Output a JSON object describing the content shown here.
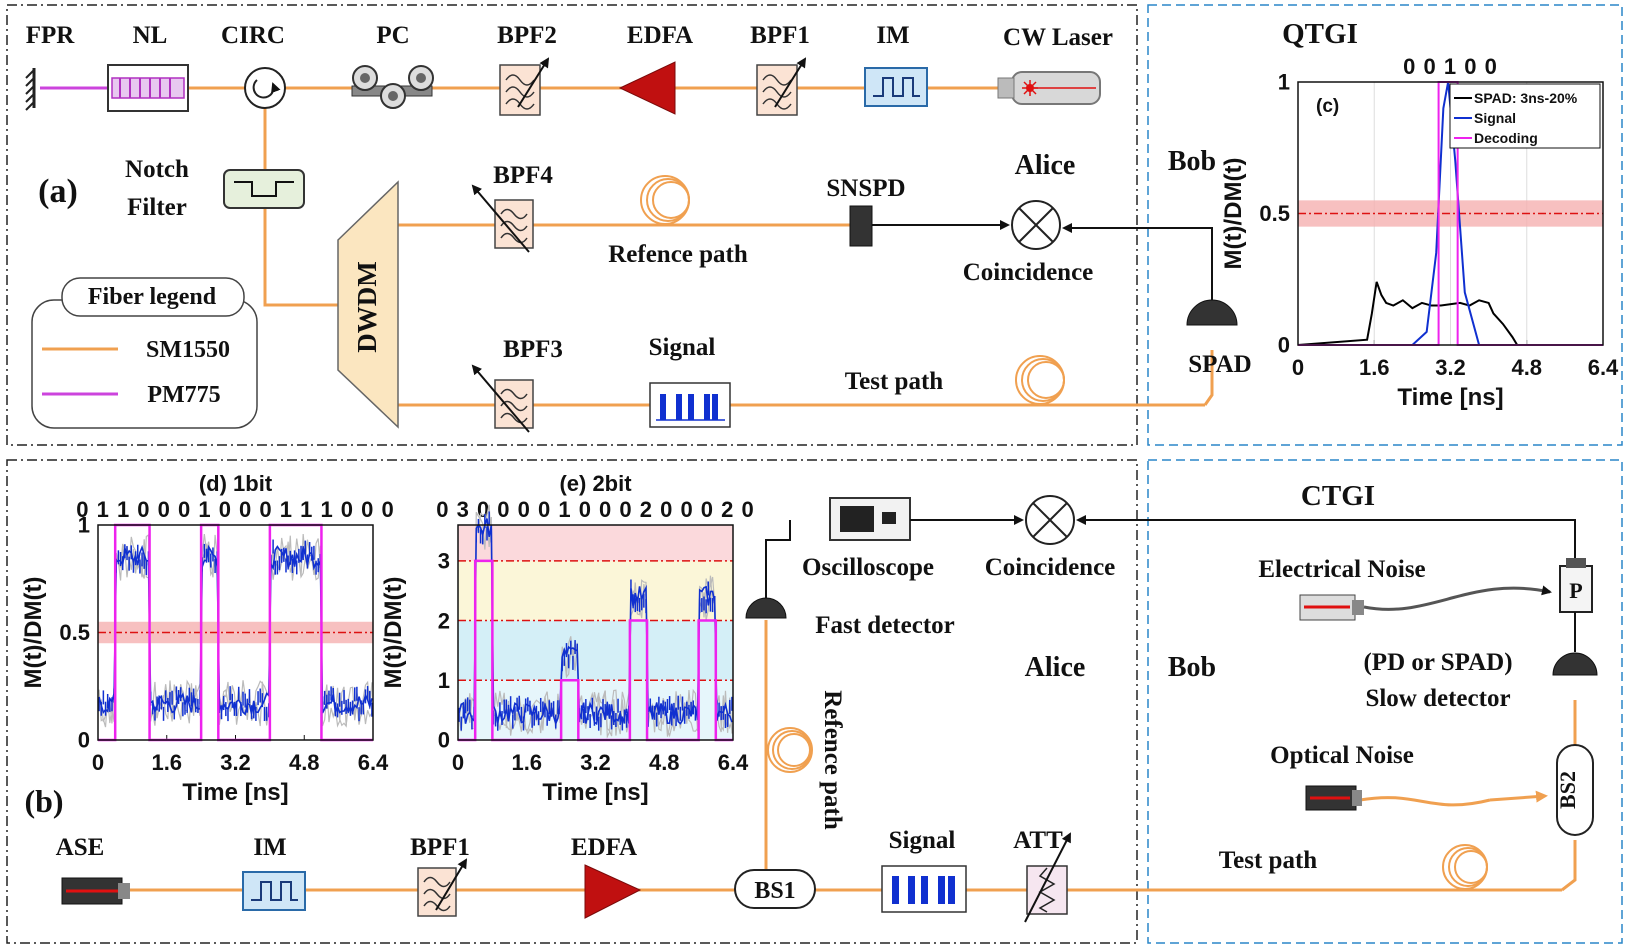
{
  "colors": {
    "fiber_sm": "#f0a050",
    "fiber_pm": "#cc44dd",
    "signal": "#1030d0",
    "decoding": "#ee22ee",
    "threshold": "#dd1111",
    "band": "#f5b0b0",
    "edfa": "#c01010"
  },
  "panel_a": {
    "panel_label": "(a)",
    "FPR": "FPR",
    "NL": "NL",
    "CIRC": "CIRC",
    "PC": "PC",
    "BPF2": "BPF2",
    "EDFA": "EDFA",
    "BPF1": "BPF1",
    "IM": "IM",
    "laser": "CW Laser",
    "notch1": "Notch",
    "notch2": "Filter",
    "dwdm": "DWDM",
    "bpf4": "BPF4",
    "bpf3": "BPF3",
    "ref_path": "Refence path",
    "test_path": "Test path",
    "snspd": "SNSPD",
    "alice": "Alice",
    "coincidence": "Coincidence",
    "signal": "Signal",
    "bob": "Bob",
    "spad": "SPAD",
    "qtgi": "QTGI",
    "legend_title": "Fiber legend",
    "legend_sm": "SM1550",
    "legend_pm": "PM775"
  },
  "panel_b": {
    "panel_label": "(b)",
    "ase": "ASE",
    "IM": "IM",
    "BPF1": "BPF1",
    "EDFA": "EDFA",
    "bs1": "BS1",
    "signal": "Signal",
    "att": "ATT",
    "ref_path": "Refence path",
    "fast_detector": "Fast detector",
    "oscilloscope": "Oscilloscope",
    "coincidence": "Coincidence",
    "alice": "Alice",
    "bob": "Bob",
    "ctgi": "CTGI",
    "electrical_noise": "Electrical Noise",
    "p_box": "P",
    "slow_det_1": "(PD or SPAD)",
    "slow_det_2": "Slow detector",
    "optical_noise": "Optical Noise",
    "bs2": "BS2",
    "test_path": "Test path"
  },
  "chart_data": [
    {
      "id": "c",
      "panel_label": "(c)",
      "type": "line",
      "bits_label": "0 0 1 0 0",
      "xlabel": "Time [ns]",
      "ylabel": "M(t)/DM(t)",
      "xlim": [
        0,
        6.4
      ],
      "ylim": [
        0,
        1
      ],
      "xticks": [
        "0",
        "1.6",
        "3.2",
        "4.8",
        "6.4"
      ],
      "yticks": [
        "0",
        "0.5",
        "1"
      ],
      "threshold": 0.5,
      "threshold_band": [
        0.45,
        0.55
      ],
      "grid": "vertical",
      "legend_position": "top-right",
      "series": [
        {
          "name": "SPAD: 3ns-20%",
          "color": "#000000",
          "x": [
            0,
            1.45,
            1.55,
            1.65,
            1.75,
            1.85,
            2.0,
            2.2,
            2.4,
            2.6,
            2.8,
            3.0,
            3.4,
            3.6,
            3.8,
            4.0,
            4.1,
            4.3,
            4.5,
            4.6,
            6.4
          ],
          "y": [
            0,
            0.02,
            0.12,
            0.24,
            0.19,
            0.16,
            0.15,
            0.17,
            0.14,
            0.16,
            0.15,
            0.15,
            0.16,
            0.15,
            0.17,
            0.16,
            0.12,
            0.08,
            0.03,
            0,
            0
          ]
        },
        {
          "name": "Signal",
          "color": "#1030d0",
          "x": [
            0,
            2.4,
            2.7,
            2.9,
            3.05,
            3.15,
            3.3,
            3.5,
            3.8,
            6.4
          ],
          "y": [
            0,
            0,
            0.05,
            0.35,
            0.9,
            1.0,
            0.7,
            0.2,
            0,
            0
          ]
        },
        {
          "name": "Decoding",
          "color": "#ee22ee",
          "x": [
            0,
            2.95,
            2.95,
            3.35,
            3.35,
            6.4
          ],
          "y": [
            0,
            0,
            1,
            1,
            0,
            0
          ]
        }
      ]
    },
    {
      "id": "d",
      "title": "(d) 1bit",
      "type": "line",
      "bits_label": "0 1 1 0 0 0 1 0 0 0 1 1 1 0 0 0",
      "bits": [
        0,
        1,
        1,
        0,
        0,
        0,
        1,
        0,
        0,
        0,
        1,
        1,
        1,
        0,
        0,
        0
      ],
      "xlabel": "Time [ns]",
      "ylabel": "M(t)/DM(t)",
      "xlim": [
        0,
        6.4
      ],
      "ylim": [
        0,
        1
      ],
      "xticks": [
        "0",
        "1.6",
        "3.2",
        "4.8",
        "6.4"
      ],
      "yticks": [
        "0",
        "0.5",
        "1"
      ],
      "thresholds": [
        0.5
      ],
      "levels": {
        "high": 0.85,
        "low": 0.17
      },
      "series": [
        {
          "name": "Signal",
          "color": "#1030d0"
        },
        {
          "name": "Decoding",
          "color": "#ee22ee"
        }
      ]
    },
    {
      "id": "e",
      "title": "(e) 2bit",
      "type": "line",
      "bits_label": "0 3 0 0 0 0 1 0 0 0 2 0 0 0 2 0",
      "symbols": [
        0,
        3,
        0,
        0,
        0,
        0,
        1,
        0,
        0,
        0,
        2,
        0,
        0,
        0,
        2,
        0
      ],
      "xlabel": "Time [ns]",
      "ylabel": "M(t)/DM(t)",
      "xlim": [
        0,
        6.4
      ],
      "ylim": [
        0,
        3.6
      ],
      "xticks": [
        "0",
        "1.6",
        "3.2",
        "4.8",
        "6.4"
      ],
      "yticks": [
        "0",
        "1",
        "2",
        "3"
      ],
      "thresholds": [
        1,
        2,
        3
      ],
      "levels": {
        "3": 3.55,
        "2": 2.4,
        "1": 1.4,
        "0": 0.45
      },
      "series": [
        {
          "name": "Signal",
          "color": "#1030d0"
        },
        {
          "name": "Decoding",
          "color": "#ee22ee"
        }
      ]
    }
  ]
}
